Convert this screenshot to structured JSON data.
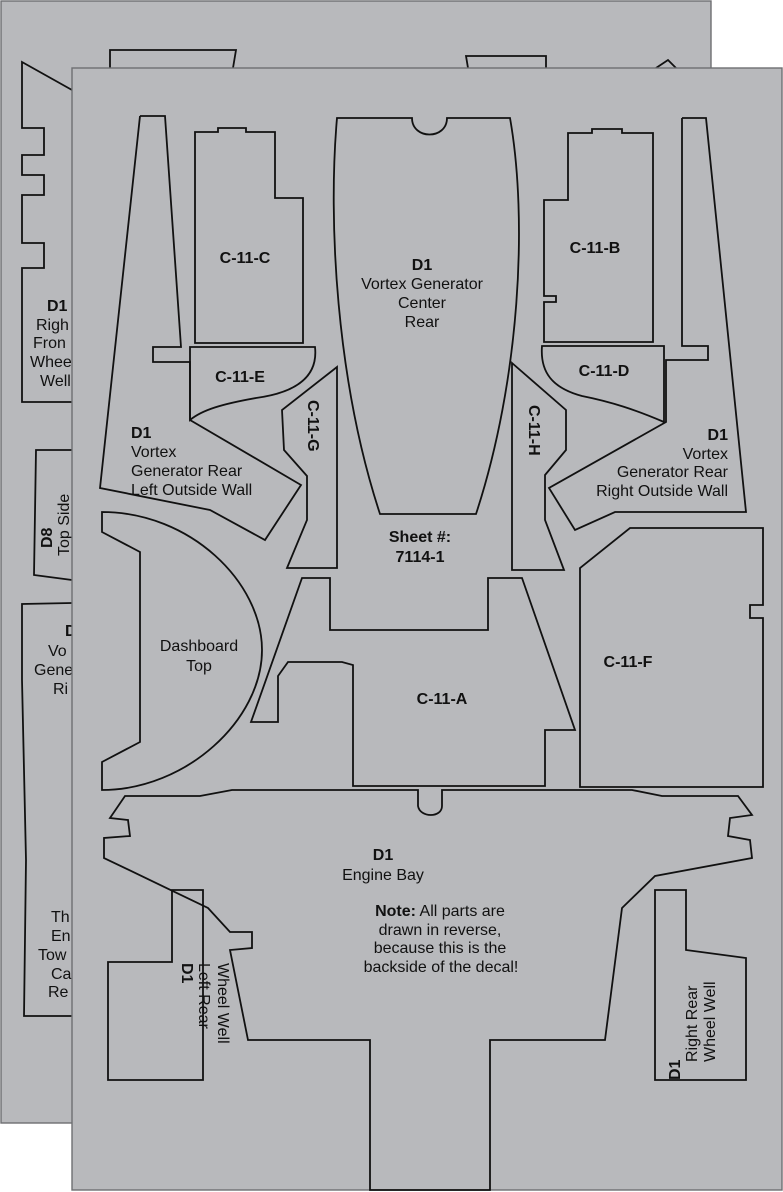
{
  "sheet_number_label": "Sheet #:",
  "sheet_number_value": "7114-1",
  "parts": {
    "c11c": "C-11-C",
    "c11b": "C-11-B",
    "c11e": "C-11-E",
    "c11d": "C-11-D",
    "c11g": "C-11-G",
    "c11h": "C-11-H",
    "c11a": "C-11-A",
    "c11f": "C-11-F",
    "center_rear": {
      "code": "D1",
      "line1": "Vortex Generator",
      "line2": "Center",
      "line3": "Rear"
    },
    "left_outside": {
      "code": "D1",
      "line1": "Vortex",
      "line2": "Generator Rear",
      "line3": "Left Outside Wall"
    },
    "right_outside": {
      "code": "D1",
      "line1": "Vortex",
      "line2": "Generator Rear",
      "line3": "Right Outside Wall"
    },
    "dashboard": {
      "line1": "Dashboard",
      "line2": "Top"
    },
    "engine_bay": {
      "code": "D1",
      "name": "Engine Bay"
    },
    "note": {
      "label": "Note:",
      "line1": " All parts are",
      "line2": "drawn in reverse,",
      "line3": "because this is the",
      "line4": "backside of the decal!"
    },
    "left_rear_well": {
      "code": "D1",
      "line1": "Left Rear",
      "line2": "Wheel Well"
    },
    "right_rear_well": {
      "code": "D1",
      "line1": "Right Rear",
      "line2": "Wheel Well"
    }
  },
  "back_sheet": {
    "right_front": {
      "code": "D1",
      "line1": "Righ",
      "line2": "Fron",
      "line3": "Whee",
      "line4": "Well"
    },
    "top_side": {
      "code": "D8",
      "line1": "Top Side"
    },
    "vortex_right": {
      "code": "D",
      "line1": "Vo",
      "line2": "Gene",
      "line3": "Ri"
    },
    "engine_tower": {
      "line1": "Th",
      "line2": "En",
      "line3": "Tow",
      "line4": "Ca",
      "line5": "Re"
    }
  }
}
